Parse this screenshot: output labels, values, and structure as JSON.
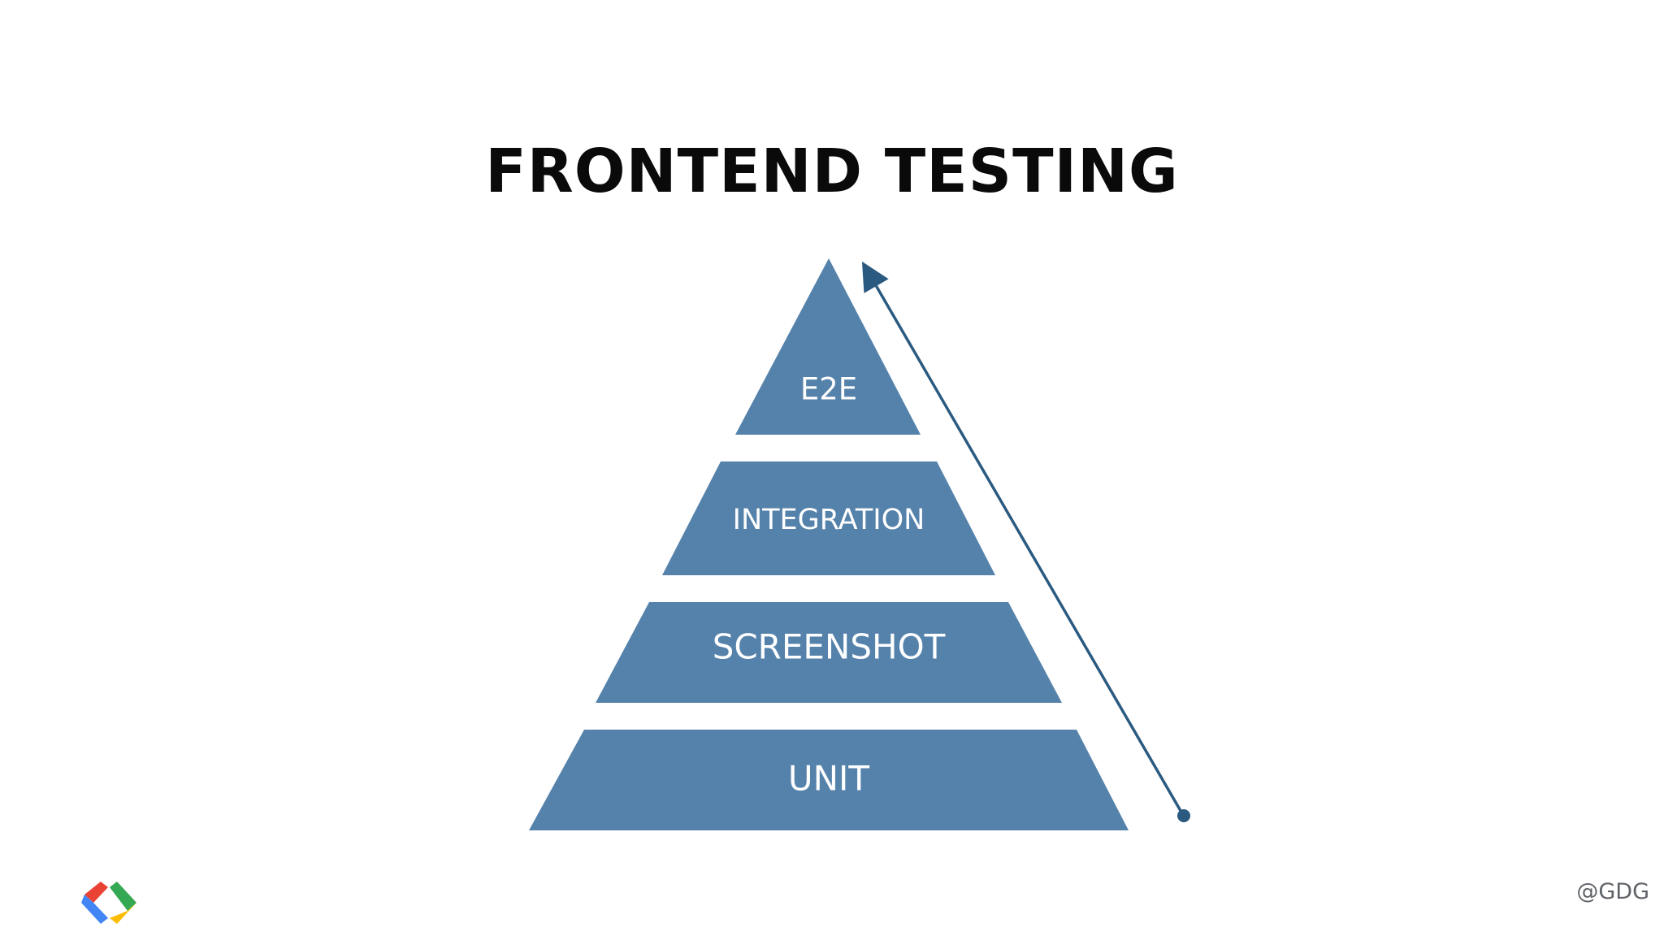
{
  "slide": {
    "title": "FRONTEND TESTING",
    "handle": "@GDG"
  },
  "pyramid": {
    "color": "#5582ab",
    "arrow_color": "#2b5a80",
    "layers": [
      {
        "label": "E2E"
      },
      {
        "label": "INTEGRATION"
      },
      {
        "label": "SCREENSHOT"
      },
      {
        "label": "UNIT"
      }
    ]
  },
  "logo": {
    "icon": "gdg-logo-icon",
    "colors": {
      "red": "#ea4335",
      "blue": "#4285f4",
      "green": "#34a853",
      "yellow": "#fbbc05"
    }
  }
}
